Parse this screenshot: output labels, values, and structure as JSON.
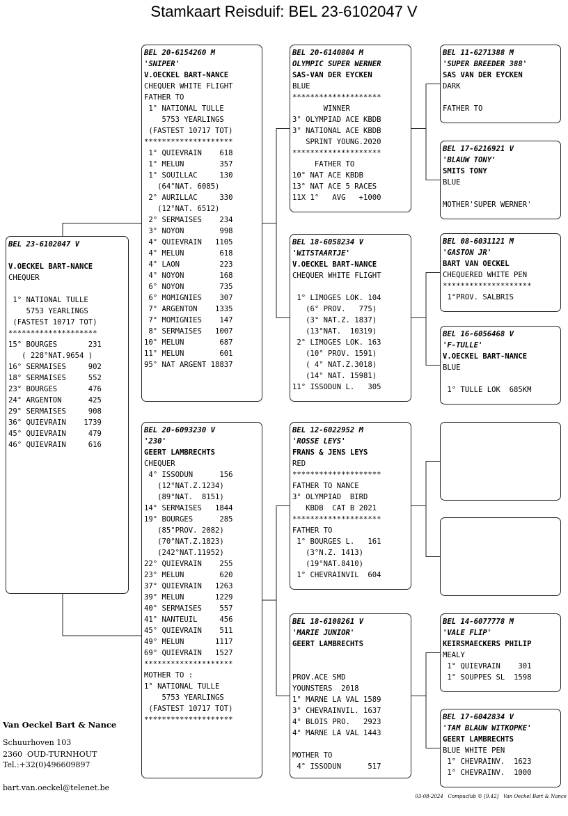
{
  "title": "Stamkaart Reisduif: BEL 23-6102047 V",
  "pigeons": {
    "subject": {
      "lines": [
        {
          "t": "BEL 23-6102047 V",
          "s": "bi"
        },
        {
          "t": "",
          "s": ""
        },
        {
          "t": "V.OECKEL BART-NANCE",
          "s": "b"
        },
        {
          "t": "CHEQUER",
          "s": ""
        },
        {
          "t": "",
          "s": ""
        },
        {
          "t": " 1° NATIONAL TULLE",
          "s": ""
        },
        {
          "t": "    5753 YEARLINGS",
          "s": ""
        },
        {
          "t": " (FASTEST 10717 TOT)",
          "s": ""
        },
        {
          "t": "********************",
          "s": ""
        },
        {
          "t": "15° BOURGES       231",
          "s": ""
        },
        {
          "t": "   ( 228°NAT.9654 )",
          "s": ""
        },
        {
          "t": "16° SERMAISES     902",
          "s": ""
        },
        {
          "t": "18° SERMAISES     552",
          "s": ""
        },
        {
          "t": "23° BOURGES       476",
          "s": ""
        },
        {
          "t": "24° ARGENTON      425",
          "s": ""
        },
        {
          "t": "29° SERMAISES     908",
          "s": ""
        },
        {
          "t": "36° QUIEVRAIN    1739",
          "s": ""
        },
        {
          "t": "45° QUIEVRAIN     479",
          "s": ""
        },
        {
          "t": "46° QUIEVRAIN     616",
          "s": ""
        }
      ]
    },
    "father": {
      "lines": [
        {
          "t": "BEL 20-6154260 M",
          "s": "bi"
        },
        {
          "t": "'SNIPER'",
          "s": "bi"
        },
        {
          "t": "V.OECKEL BART-NANCE",
          "s": "b"
        },
        {
          "t": "CHEQUER WHITE FLIGHT",
          "s": ""
        },
        {
          "t": "FATHER TO",
          "s": ""
        },
        {
          "t": " 1° NATIONAL TULLE",
          "s": ""
        },
        {
          "t": "    5753 YEARLINGS",
          "s": ""
        },
        {
          "t": " (FASTEST 10717 TOT)",
          "s": ""
        },
        {
          "t": "********************",
          "s": ""
        },
        {
          "t": " 1° QUIEVRAIN    618",
          "s": ""
        },
        {
          "t": " 1° MELUN        357",
          "s": ""
        },
        {
          "t": " 1° SOUILLAC     130",
          "s": ""
        },
        {
          "t": "   (64°NAT. 6085)",
          "s": ""
        },
        {
          "t": " 2° AURILLAC     330",
          "s": ""
        },
        {
          "t": "   (12°NAT. 6512)",
          "s": ""
        },
        {
          "t": " 2° SERMAISES    234",
          "s": ""
        },
        {
          "t": " 3° NOYON        998",
          "s": ""
        },
        {
          "t": " 4° QUIEVRAIN   1105",
          "s": ""
        },
        {
          "t": " 4° MELUN        618",
          "s": ""
        },
        {
          "t": " 4° LAON         223",
          "s": ""
        },
        {
          "t": " 4° NOYON        168",
          "s": ""
        },
        {
          "t": " 6° NOYON        735",
          "s": ""
        },
        {
          "t": " 6° MOMIGNIES    307",
          "s": ""
        },
        {
          "t": " 7° ARGENTON    1335",
          "s": ""
        },
        {
          "t": " 7° MOMIGNIES    147",
          "s": ""
        },
        {
          "t": " 8° SERMAISES   1007",
          "s": ""
        },
        {
          "t": "10° MELUN        687",
          "s": ""
        },
        {
          "t": "11° MELUN        601",
          "s": ""
        },
        {
          "t": "95° NAT ARGENT 18837",
          "s": ""
        }
      ]
    },
    "mother": {
      "lines": [
        {
          "t": "BEL 20-6093230 V",
          "s": "bi"
        },
        {
          "t": "'230'",
          "s": "bi"
        },
        {
          "t": "GEERT LAMBRECHTS",
          "s": "b"
        },
        {
          "t": "CHEQUER",
          "s": ""
        },
        {
          "t": " 4° ISSODUN      156",
          "s": ""
        },
        {
          "t": "   (12°NAT.Z.1234)",
          "s": ""
        },
        {
          "t": "   (89°NAT.  8151)",
          "s": ""
        },
        {
          "t": "14° SERMAISES   1844",
          "s": ""
        },
        {
          "t": "19° BOURGES      285",
          "s": ""
        },
        {
          "t": "   (85°PROV. 2082)",
          "s": ""
        },
        {
          "t": "   (70°NAT.Z.1823)",
          "s": ""
        },
        {
          "t": "   (242°NAT.11952)",
          "s": ""
        },
        {
          "t": "22° QUIEVRAIN    255",
          "s": ""
        },
        {
          "t": "23° MELUN        620",
          "s": ""
        },
        {
          "t": "37° QUIEVRAIN   1263",
          "s": ""
        },
        {
          "t": "39° MELUN       1229",
          "s": ""
        },
        {
          "t": "40° SERMAISES    557",
          "s": ""
        },
        {
          "t": "41° NANTEUIL     456",
          "s": ""
        },
        {
          "t": "45° QUIEVRAIN    511",
          "s": ""
        },
        {
          "t": "49° MELUN       1117",
          "s": ""
        },
        {
          "t": "69° QUIEVRAIN   1527",
          "s": ""
        },
        {
          "t": "********************",
          "s": ""
        },
        {
          "t": "MOTHER TO :",
          "s": ""
        },
        {
          "t": "1° NATIONAL TULLE",
          "s": ""
        },
        {
          "t": "    5753 YEARLINGS",
          "s": ""
        },
        {
          "t": " (FASTEST 10717 TOT)",
          "s": ""
        },
        {
          "t": "********************",
          "s": ""
        }
      ]
    },
    "ff": {
      "lines": [
        {
          "t": "BEL 20-6140804 M",
          "s": "bi"
        },
        {
          "t": "OLYMPIC SUPER WERNER",
          "s": "bi"
        },
        {
          "t": "SAS-VAN DER EYCKEN",
          "s": "b"
        },
        {
          "t": "BLUE",
          "s": ""
        },
        {
          "t": "********************",
          "s": ""
        },
        {
          "t": "       WINNER",
          "s": ""
        },
        {
          "t": "3° OLYMPIAD ACE KBDB",
          "s": ""
        },
        {
          "t": "3° NATIONAL ACE KBDB",
          "s": ""
        },
        {
          "t": "   SPRINT YOUNG.2020",
          "s": ""
        },
        {
          "t": "********************",
          "s": ""
        },
        {
          "t": "     FATHER TO",
          "s": ""
        },
        {
          "t": "10° NAT ACE KBDB",
          "s": ""
        },
        {
          "t": "13° NAT ACE 5 RACES",
          "s": ""
        },
        {
          "t": "11X 1°   AVG   +1000",
          "s": ""
        }
      ]
    },
    "fm": {
      "lines": [
        {
          "t": "BEL 18-6058234 V",
          "s": "bi"
        },
        {
          "t": "'WITSTAARTJE'",
          "s": "bi"
        },
        {
          "t": "V.OECKEL BART-NANCE",
          "s": "b"
        },
        {
          "t": "CHEQUER WHITE FLIGHT",
          "s": ""
        },
        {
          "t": "",
          "s": ""
        },
        {
          "t": " 1° LIMOGES LOK. 104",
          "s": ""
        },
        {
          "t": "   (6° PROV.   775)",
          "s": ""
        },
        {
          "t": "   (3° NAT.Z. 1837)",
          "s": ""
        },
        {
          "t": "   (13°NAT.  10319)",
          "s": ""
        },
        {
          "t": " 2° LIMOGES LOK. 163",
          "s": ""
        },
        {
          "t": "   (10° PROV. 1591)",
          "s": ""
        },
        {
          "t": "   ( 4° NAT.Z.3018)",
          "s": ""
        },
        {
          "t": "   (14° NAT. 15981)",
          "s": ""
        },
        {
          "t": "11° ISSODUN L.   305",
          "s": ""
        }
      ]
    },
    "mf": {
      "lines": [
        {
          "t": "BEL 12-6022952 M",
          "s": "bi"
        },
        {
          "t": "'ROSSE LEYS'",
          "s": "bi"
        },
        {
          "t": "FRANS & JENS LEYS",
          "s": "b"
        },
        {
          "t": "RED",
          "s": ""
        },
        {
          "t": "********************",
          "s": ""
        },
        {
          "t": "FATHER TO NANCE",
          "s": ""
        },
        {
          "t": "3° OLYMPIAD  BIRD",
          "s": ""
        },
        {
          "t": "   KBDB  CAT B 2021",
          "s": ""
        },
        {
          "t": "********************",
          "s": ""
        },
        {
          "t": "FATHER TO",
          "s": ""
        },
        {
          "t": " 1° BOURGES L.   161",
          "s": ""
        },
        {
          "t": "   (3°N.Z. 1413)",
          "s": ""
        },
        {
          "t": "   (19°NAT.8410)",
          "s": ""
        },
        {
          "t": " 1° CHEVRAINVIL  604",
          "s": ""
        }
      ]
    },
    "mm": {
      "lines": [
        {
          "t": "BEL 18-6108261 V",
          "s": "bi"
        },
        {
          "t": "'MARIE JUNIOR'",
          "s": "bi"
        },
        {
          "t": "GEERT LAMBRECHTS",
          "s": "b"
        },
        {
          "t": "",
          "s": ""
        },
        {
          "t": "",
          "s": ""
        },
        {
          "t": "PROV.ACE SMD",
          "s": ""
        },
        {
          "t": "YOUNSTERS  2018",
          "s": ""
        },
        {
          "t": "1° MARNE LA VAL 1589",
          "s": ""
        },
        {
          "t": "3° CHEVRAINVIL. 1637",
          "s": ""
        },
        {
          "t": "4° BLOIS PRO.   2923",
          "s": ""
        },
        {
          "t": "4° MARNE LA VAL 1443",
          "s": ""
        },
        {
          "t": "",
          "s": ""
        },
        {
          "t": "MOTHER TO",
          "s": ""
        },
        {
          "t": " 4° ISSODUN      517",
          "s": ""
        }
      ]
    },
    "fff": {
      "lines": [
        {
          "t": "BEL 11-6271388 M",
          "s": "bi"
        },
        {
          "t": "'SUPER BREEDER 388'",
          "s": "bi"
        },
        {
          "t": "SAS VAN DER EYCKEN",
          "s": "b"
        },
        {
          "t": "DARK",
          "s": ""
        },
        {
          "t": "",
          "s": ""
        },
        {
          "t": "FATHER TO",
          "s": ""
        }
      ]
    },
    "ffm": {
      "lines": [
        {
          "t": "BEL 17-6216921 V",
          "s": "bi"
        },
        {
          "t": "'BLAUW TONY'",
          "s": "bi"
        },
        {
          "t": "SMITS TONY",
          "s": "b"
        },
        {
          "t": "BLUE",
          "s": ""
        },
        {
          "t": "",
          "s": ""
        },
        {
          "t": "MOTHER'SUPER WERNER'",
          "s": ""
        }
      ]
    },
    "fmf": {
      "lines": [
        {
          "t": "BEL 08-6031121 M",
          "s": "bi"
        },
        {
          "t": "'GASTON JR'",
          "s": "bi"
        },
        {
          "t": "BART VAN OECKEL",
          "s": "b"
        },
        {
          "t": "CHEQUERED WHITE PEN",
          "s": ""
        },
        {
          "t": "********************",
          "s": ""
        },
        {
          "t": " 1°PROV. SALBRIS",
          "s": ""
        }
      ]
    },
    "fmm": {
      "lines": [
        {
          "t": "BEL 16-6056468 V",
          "s": "bi"
        },
        {
          "t": "'F-TULLE'",
          "s": "bi"
        },
        {
          "t": "V.OECKEL BART-NANCE",
          "s": "b"
        },
        {
          "t": "BLUE",
          "s": ""
        },
        {
          "t": "",
          "s": ""
        },
        {
          "t": " 1° TULLE LOK  685KM",
          "s": ""
        }
      ]
    },
    "mff": {
      "lines": []
    },
    "mfm": {
      "lines": []
    },
    "mmf": {
      "lines": [
        {
          "t": "BEL 14-6077778 M",
          "s": "bi"
        },
        {
          "t": "'VALE FLIP'",
          "s": "bi"
        },
        {
          "t": "KEIRSMAECKERS PHILIP",
          "s": "b"
        },
        {
          "t": "MEALY",
          "s": ""
        },
        {
          "t": " 1° QUIEVRAIN    301",
          "s": ""
        },
        {
          "t": " 1° SOUPPES SL  1598",
          "s": ""
        }
      ]
    },
    "mmm": {
      "lines": [
        {
          "t": "BEL 17-6042834 V",
          "s": "bi"
        },
        {
          "t": "'TAM BLAUW WITKOPKE'",
          "s": "bi"
        },
        {
          "t": "GEERT LAMBRECHTS",
          "s": "b"
        },
        {
          "t": "BLUE WHITE PEN",
          "s": ""
        },
        {
          "t": " 1° CHEVRAINV.  1623",
          "s": ""
        },
        {
          "t": " 1° CHEVRAINV.  1000",
          "s": ""
        }
      ]
    }
  },
  "owner": {
    "name": "Van Oeckel Bart & Nance",
    "street": "Schuurhoven 103",
    "city": "2360  OUD-TURNHOUT",
    "tel": "Tel.:+32(0)496609897",
    "email": "bart.van.oeckel@telenet.be"
  },
  "footer": {
    "date": "03-08-2024",
    "software": "Compuclub © [9.42]",
    "owner": "Van Oeckel Bart & Nance"
  }
}
